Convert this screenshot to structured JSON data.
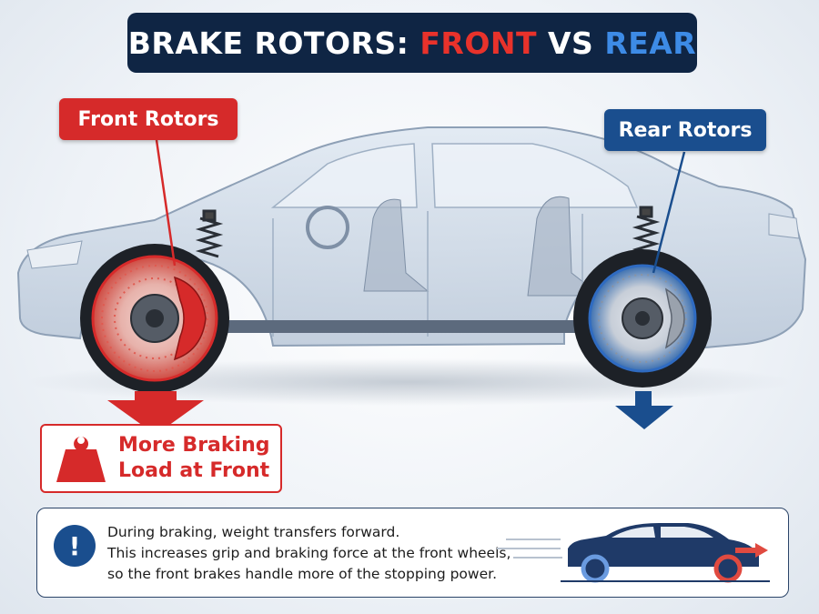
{
  "title": {
    "part1": "BRAKE ROTORS: ",
    "part2": "FRONT",
    "part3": " VS ",
    "part4": "REAR"
  },
  "labels": {
    "front": "Front Rotors",
    "rear": "Rear Rotors"
  },
  "load_note": {
    "line1": "More Braking",
    "line2": "Load at Front"
  },
  "info": {
    "line1": "During braking, weight transfers forward.",
    "line2": "This increases grip and braking force at the front wheels,",
    "line3": "so the front brakes handle more of the stopping power."
  },
  "colors": {
    "navy": "#0f2544",
    "front_red": "#d62a2a",
    "rear_blue": "#1a4e8e",
    "title_rear": "#3d8be6"
  },
  "icons": {
    "weight": "weight-icon",
    "info": "info-icon",
    "front_arrow": "down-arrow-icon",
    "rear_arrow": "down-arrow-icon",
    "mini_car": "car-icon"
  }
}
